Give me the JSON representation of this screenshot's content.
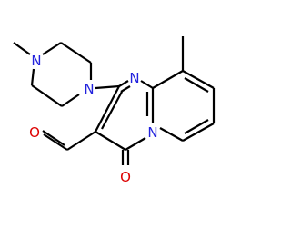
{
  "molecule": {
    "atoms": {
      "n_methyl_piperazine": {
        "symbol": "N",
        "color": "#2222dd"
      },
      "n_piperazine_link": {
        "symbol": "N",
        "color": "#2222dd"
      },
      "n_pyrimidine": {
        "symbol": "N",
        "color": "#2222dd"
      },
      "n_bridgehead": {
        "symbol": "N",
        "color": "#2222dd"
      },
      "o_aldehyde": {
        "symbol": "O",
        "color": "#dd0000"
      },
      "o_carbonyl": {
        "symbol": "O",
        "color": "#dd0000"
      }
    },
    "bond_color": "#000000",
    "background": "#ffffff"
  }
}
